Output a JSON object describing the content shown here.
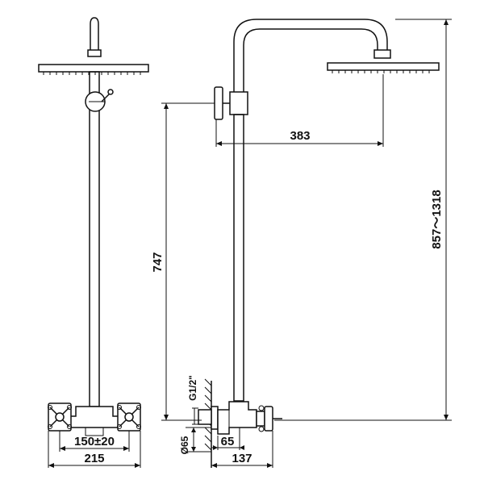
{
  "dimensions": {
    "arm_reach": "383",
    "total_height": "857～1318",
    "valve_height": "747",
    "thread": "G1/2\"",
    "flange_diameter": "Ø65",
    "valve_depth": "65",
    "wall_offset": "137",
    "center_distance": "150±20",
    "overall_width": "215"
  },
  "colors": {
    "line": "#111111",
    "background": "#ffffff"
  }
}
